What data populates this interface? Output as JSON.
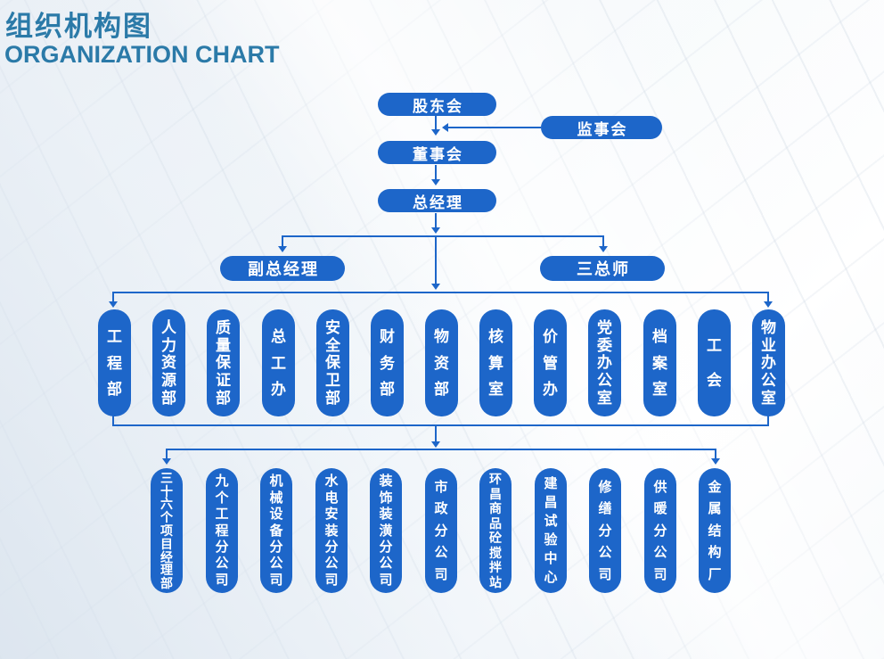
{
  "header": {
    "title_zh": "组织机构图",
    "title_en": "ORGANIZATION CHART"
  },
  "colors": {
    "box_blue": "#1d66c9",
    "connector_blue": "#1d66c9",
    "title_blue": "#2b7aa8"
  },
  "nodes": {
    "shareholders": "股东会",
    "supervisory_board": "监事会",
    "board_of_directors": "董事会",
    "general_manager": "总经理",
    "deputy_general_manager": "副总经理",
    "three_chief_engineers": "三总师"
  },
  "departments": [
    "工程部",
    "人力资源部",
    "质量保证部",
    "总工办",
    "安全保卫部",
    "财务部",
    "物资部",
    "核算室",
    "价管办",
    "党委办公室",
    "档案室",
    "工会",
    "物业办公室"
  ],
  "subsidiaries": [
    "三十六个项目经理部",
    "九个工程分公司",
    "机械设备分公司",
    "水电安装分公司",
    "装饰装潢分公司",
    "市政分公司",
    "环昌商品砼搅拌站",
    "建昌试验中心",
    "修缮分公司",
    "供暖分公司",
    "金属结构厂"
  ]
}
